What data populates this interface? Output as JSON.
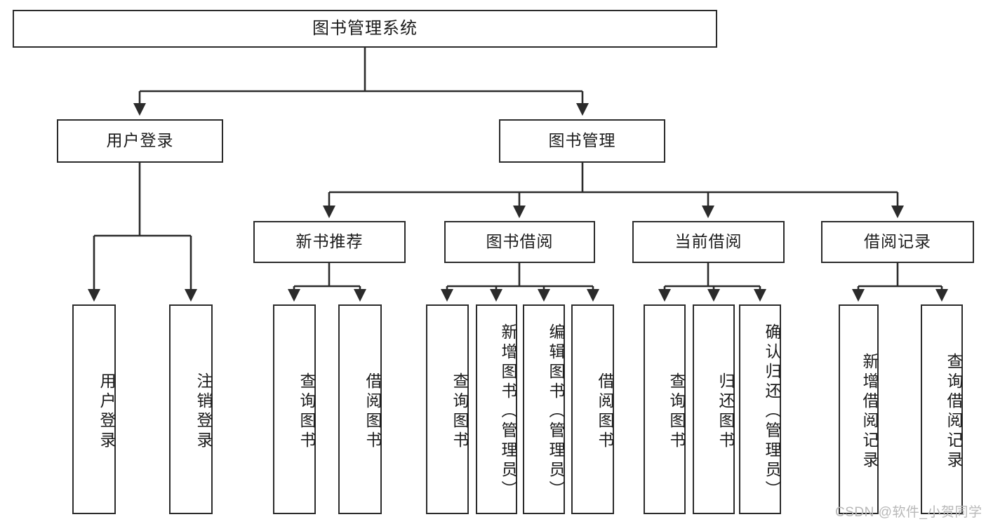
{
  "diagram": {
    "title_node": {
      "label": "图书管理系统"
    },
    "level2": [
      {
        "label": "用户登录"
      },
      {
        "label": "图书管理"
      }
    ],
    "level3": [
      {
        "label": "新书推荐"
      },
      {
        "label": "图书借阅"
      },
      {
        "label": "当前借阅"
      },
      {
        "label": "借阅记录"
      }
    ],
    "leaves": [
      {
        "label": "用户登录"
      },
      {
        "label": "注销登录"
      },
      {
        "label": "查询图书"
      },
      {
        "label": "借阅图书"
      },
      {
        "label": "查询图书"
      },
      {
        "label": "新增图书（管理员）"
      },
      {
        "label": "编辑图书（管理员）"
      },
      {
        "label": "借阅图书"
      },
      {
        "label": "查询图书"
      },
      {
        "label": "归还图书"
      },
      {
        "label": "确认归还（管理员）"
      },
      {
        "label": "新增借阅记录"
      },
      {
        "label": "查询借阅记录"
      }
    ]
  },
  "watermark": {
    "text": "CSDN @软件_小贺同学"
  },
  "colors": {
    "stroke": "#2b2b2b",
    "text": "#1b1b1b",
    "background": "#ffffff",
    "watermark": "#b8b8b8"
  }
}
